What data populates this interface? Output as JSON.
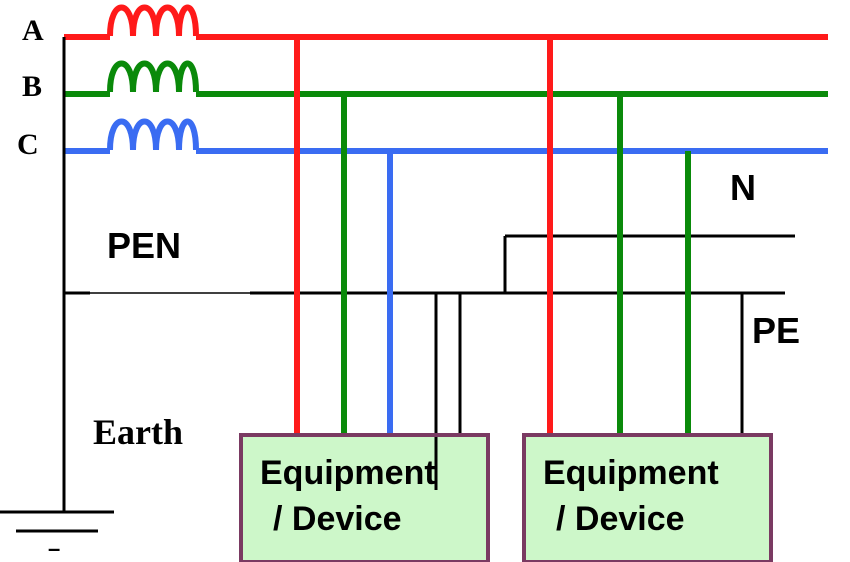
{
  "phases": [
    {
      "label": "A",
      "color": "#ff1a1a"
    },
    {
      "label": "B",
      "color": "#0a8a0a"
    },
    {
      "label": "C",
      "color": "#3a6cf2"
    }
  ],
  "conductors": {
    "pen_label": "PEN",
    "n_label": "N",
    "pe_label": "PE",
    "earth_label": "Earth",
    "earth_minus": "–"
  },
  "equipment": [
    {
      "line1": "Equipment",
      "line2": "/ Device"
    },
    {
      "line1": "Equipment",
      "line2": "/ Device"
    }
  ],
  "colors": {
    "box_fill": "#cdf7c9",
    "box_border": "#7a3a62",
    "neutral": "#000000"
  }
}
